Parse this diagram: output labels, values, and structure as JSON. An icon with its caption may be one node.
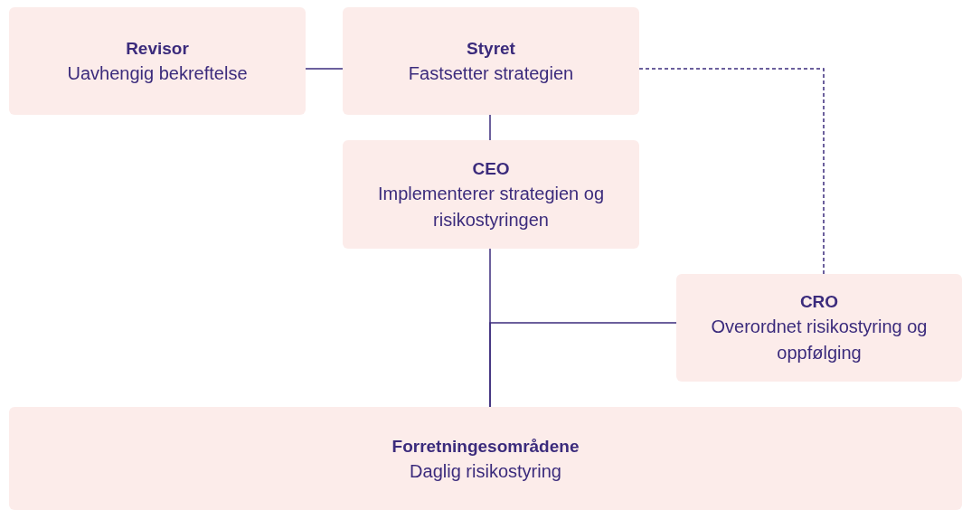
{
  "diagram": {
    "nodes": [
      {
        "text": [
          "Revisor",
          "Uavhengig bekreftelse"
        ]
      },
      {
        "text": [
          "Styret",
          "Fastsetter strategien"
        ]
      },
      {
        "text": [
          "CEO",
          "Implementerer strategien og risikostyringen"
        ]
      },
      {
        "text": [
          "CRO",
          "Overordnet risikostyring og oppfølging"
        ]
      },
      {
        "text": [
          "Forretningesområdene",
          "Daglig risikostyring"
        ]
      }
    ],
    "edges": [
      {
        "from": 0,
        "to": 1,
        "arrow": "none"
      },
      {
        "from": 1,
        "to": 2,
        "arrow": "none"
      },
      {
        "from": 2,
        "to": 4,
        "arrow": "none"
      },
      {
        "from": 3,
        "to": 4,
        "arrow": "none"
      },
      {
        "from": 1,
        "to": 3,
        "arrow": "none",
        "style": "dashed"
      }
    ]
  }
}
